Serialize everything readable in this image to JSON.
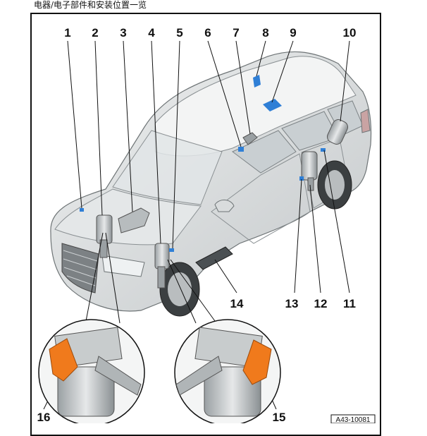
{
  "title": "电器/电子部件和安装位置一览",
  "callouts": {
    "c1": "1",
    "c2": "2",
    "c3": "3",
    "c4": "4",
    "c5": "5",
    "c6": "6",
    "c7": "7",
    "c8": "8",
    "c9": "9",
    "c10": "10",
    "c11": "11",
    "c12": "12",
    "c13": "13",
    "c14": "14",
    "c15": "15",
    "c16": "16"
  },
  "reference_code": "A43-10081",
  "colors": {
    "sensor_blue": "#2f7fd6",
    "bracket_orange": "#f07a1c",
    "line": "#111111",
    "body_grey": "#d6d9da"
  }
}
